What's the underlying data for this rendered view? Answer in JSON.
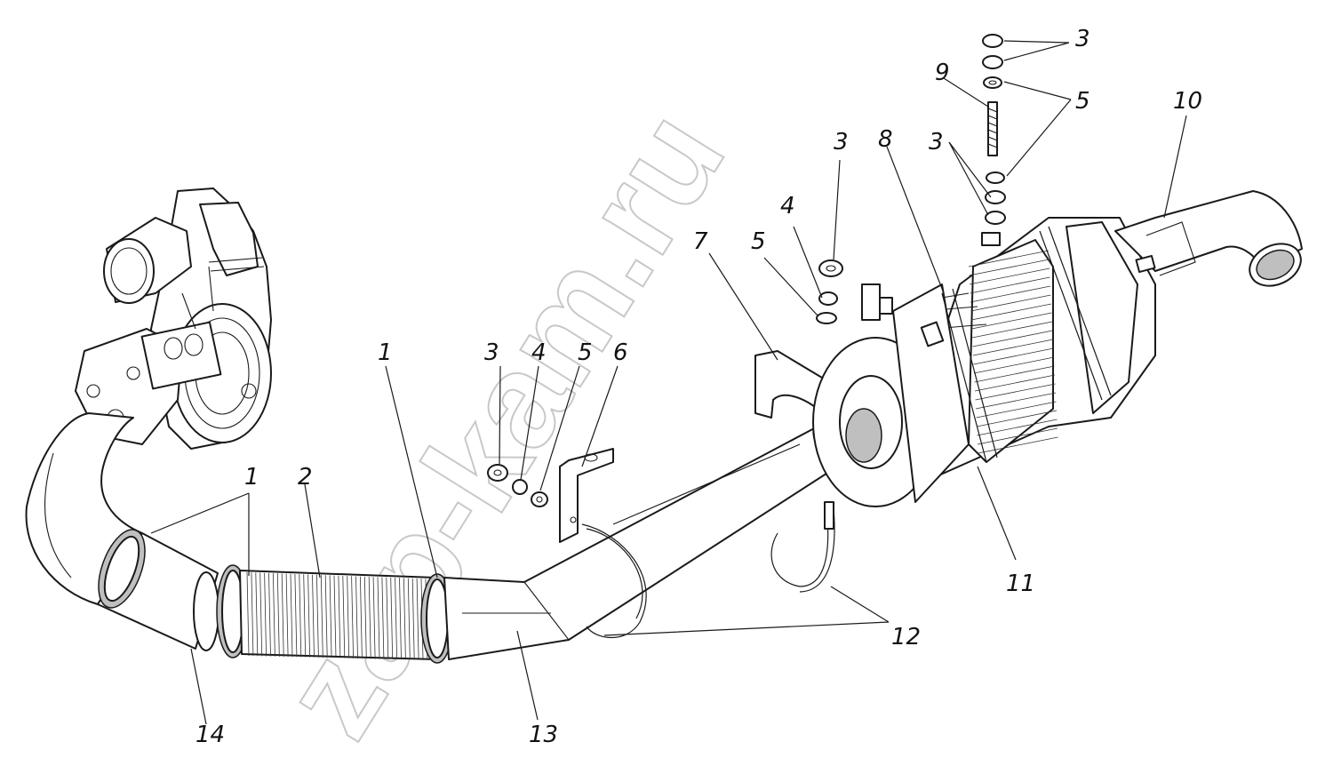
{
  "watermark": "zap-kam.ru",
  "labels": {
    "l1a": "1",
    "l1b": "1",
    "l2": "2",
    "l3a": "3",
    "l3b": "3",
    "l3c": "3",
    "l3d": "3",
    "l4a": "4",
    "l4b": "4",
    "l5a": "5",
    "l5b": "5",
    "l5c": "5",
    "l6": "6",
    "l7": "7",
    "l8": "8",
    "l9": "9",
    "l10": "10",
    "l11": "11",
    "l12": "12",
    "l13": "13",
    "l14": "14"
  }
}
